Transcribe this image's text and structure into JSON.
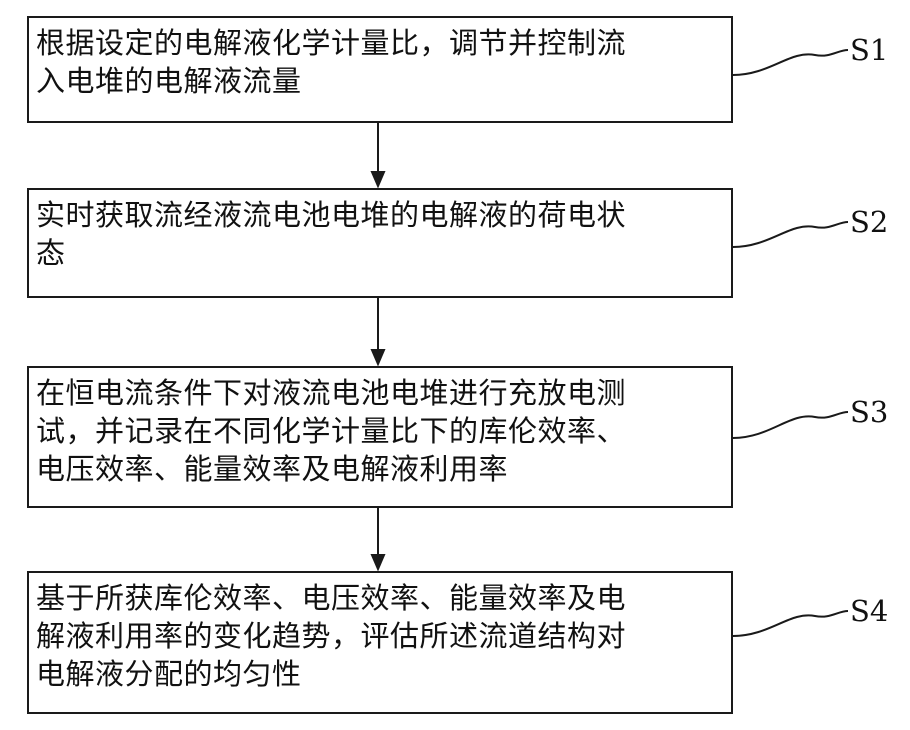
{
  "steps": [
    {
      "id": "S1",
      "label": "S1",
      "text": "根据设定的电解液化学计量比，调节并控制流\n入电堆的电解液流量"
    },
    {
      "id": "S2",
      "label": "S2",
      "text": "实时获取流经液流电池电堆的电解液的荷电状\n态"
    },
    {
      "id": "S3",
      "label": "S3",
      "text": "在恒电流条件下对液流电池电堆进行充放电测\n试，并记录在不同化学计量比下的库伦效率、\n电压效率、能量效率及电解液利用率"
    },
    {
      "id": "S4",
      "label": "S4",
      "text": "基于所获库伦效率、电压效率、能量效率及电\n解液利用率的变化趋势，评估所述流道结构对\n电解液分配的均匀性"
    }
  ]
}
